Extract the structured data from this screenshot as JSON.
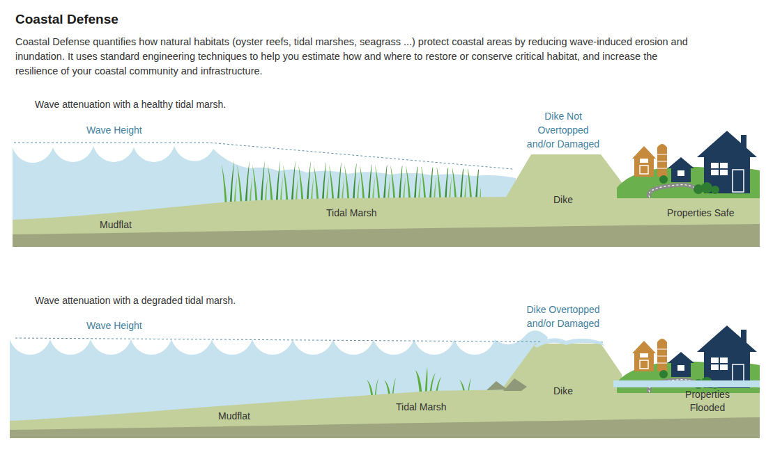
{
  "diagram": {
    "title": "Coastal Defense",
    "labels": [
      "Coastal Defense quantifies how natural habitats (oyster reefs, tidal marshes, seagrass ...) protect coastal areas by reducing wave-induced erosion and inundation. It uses standard engineering techniques to help you estimate how and where to restore or conserve critical habitat, and increase the resilience of your coastal community and infrastructure.",
      "Wave attenuation with a healthy tidal marsh.",
      "Wave Height",
      "Dike Not Overtopped and/or Damaged",
      "Mudflat",
      "Tidal Marsh",
      "Dike",
      "Properties Safe",
      "Wave attenuation with a degraded tidal marsh.",
      "Wave Height",
      "Dike Overtopped and/or Damaged",
      "Mudflat",
      "Tidal Marsh",
      "Dike",
      "Properties Flooded"
    ]
  }
}
